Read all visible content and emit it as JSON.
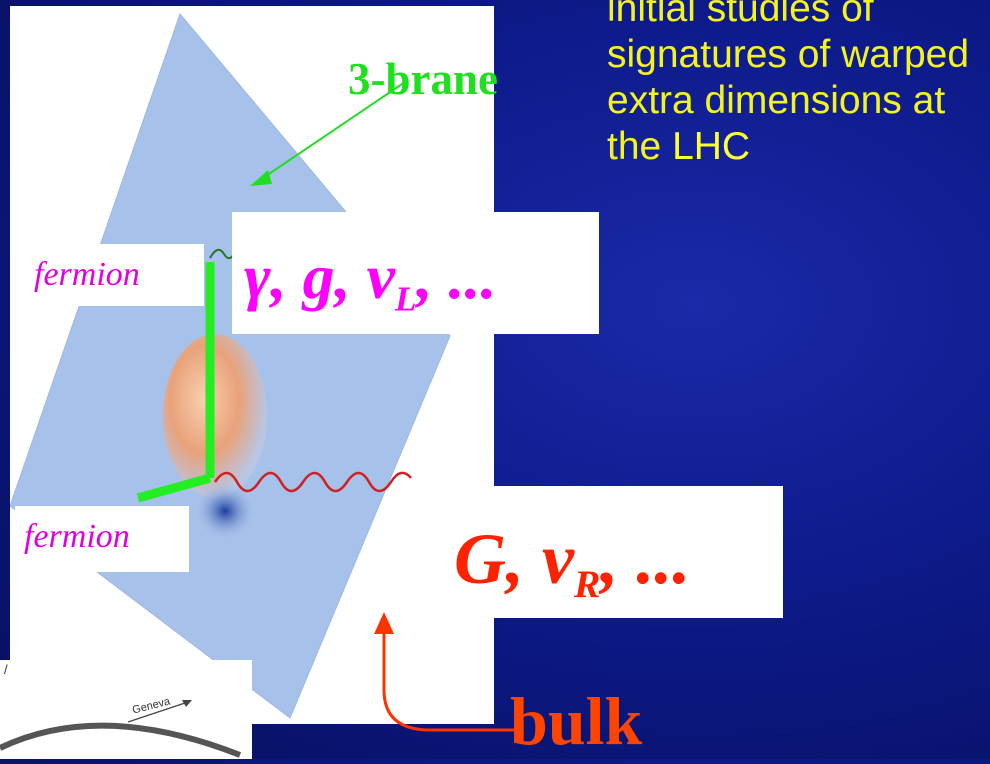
{
  "caption": {
    "text": "initial studies of signatures of warped extra dimensions at the",
    "tail": "LHC"
  },
  "brane_label": "3-brane",
  "fermion_top": "fermion",
  "fermion_bottom": "fermion",
  "brane_particles": {
    "before": "γ, g, ν",
    "sub": "L",
    "after": ", ..."
  },
  "bulk_particles": {
    "before": "G, ν",
    "sub": "R",
    "after": ", ..."
  },
  "bulk_label": "bulk",
  "inset": {
    "label": "Geneva"
  },
  "colors": {
    "background": "#0d1a8a",
    "caption": "#f4f41c",
    "brane": "#1ee01e",
    "fermion": "#e000e0",
    "brane_particles": "#ff00ff",
    "bulk": "#ff2200"
  }
}
